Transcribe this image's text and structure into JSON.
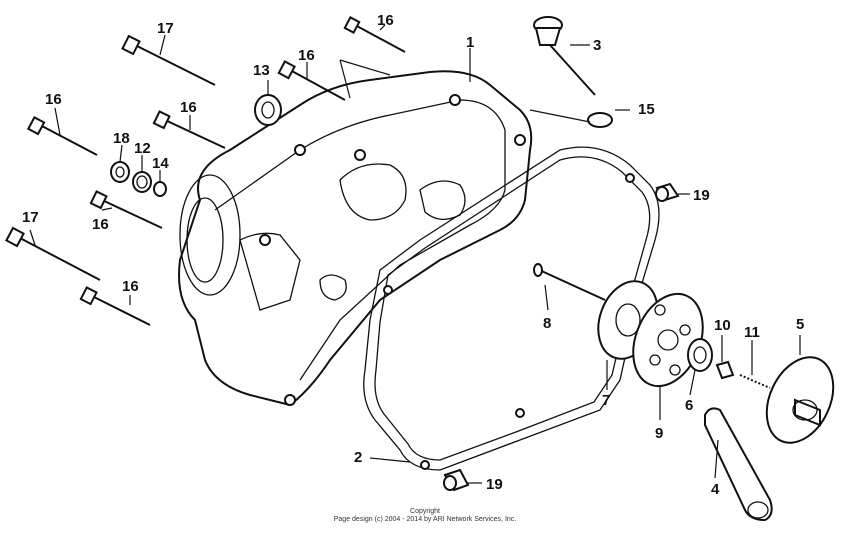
{
  "diagram": {
    "callouts": [
      {
        "id": "c17a",
        "text": "17"
      },
      {
        "id": "c16a",
        "text": "16"
      },
      {
        "id": "c1",
        "text": "1"
      },
      {
        "id": "c3",
        "text": "3"
      },
      {
        "id": "c13",
        "text": "13"
      },
      {
        "id": "c16b",
        "text": "16"
      },
      {
        "id": "c16c",
        "text": "16"
      },
      {
        "id": "c16d",
        "text": "16"
      },
      {
        "id": "c15",
        "text": "15"
      },
      {
        "id": "c18",
        "text": "18"
      },
      {
        "id": "c12",
        "text": "12"
      },
      {
        "id": "c14",
        "text": "14"
      },
      {
        "id": "c16e",
        "text": "16"
      },
      {
        "id": "c19a",
        "text": "19"
      },
      {
        "id": "c17b",
        "text": "17"
      },
      {
        "id": "c16f",
        "text": "16"
      },
      {
        "id": "c8",
        "text": "8"
      },
      {
        "id": "c10",
        "text": "10"
      },
      {
        "id": "c11",
        "text": "11"
      },
      {
        "id": "c5",
        "text": "5"
      },
      {
        "id": "c7",
        "text": "7"
      },
      {
        "id": "c6",
        "text": "6"
      },
      {
        "id": "c9",
        "text": "9"
      },
      {
        "id": "c2",
        "text": "2"
      },
      {
        "id": "c19b",
        "text": "19"
      },
      {
        "id": "c4",
        "text": "4"
      }
    ],
    "copyright_line1": "Copyright",
    "copyright_line2": "Page design (c) 2004 - 2014 by ARI Network Services, Inc."
  }
}
